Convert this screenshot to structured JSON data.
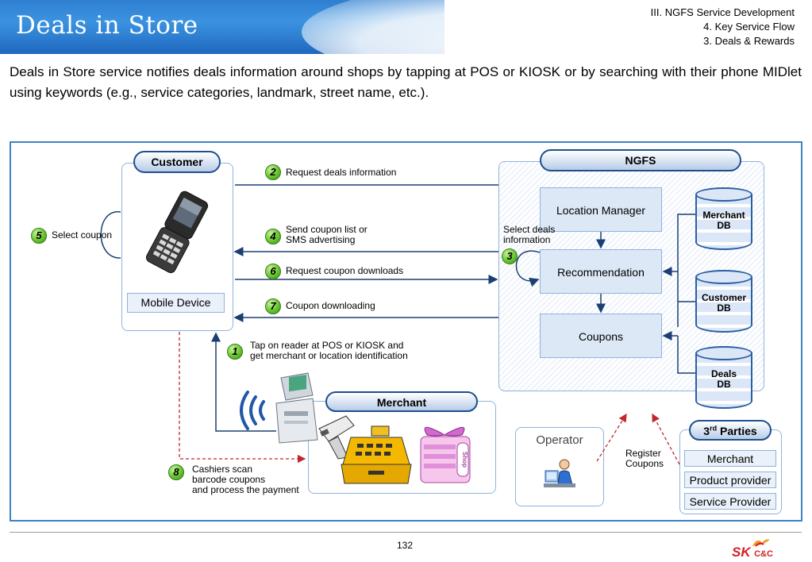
{
  "header": {
    "title": "Deals in Store",
    "crumb_1": "III. NGFS Service Development",
    "crumb_2": "4. Key Service Flow",
    "crumb_3": "3. Deals & Rewards"
  },
  "intro": "Deals in Store service notifies deals information around shops by tapping at POS or KIOSK or by searching with their phone MIDlet using keywords (e.g., service categories, landmark, street name, etc.).",
  "diagram": {
    "customer": {
      "title": "Customer",
      "device": "Mobile Device"
    },
    "ngfs": {
      "title": "NGFS",
      "location_manager": "Location Manager",
      "recommendation": "Recommendation",
      "coupons": "Coupons",
      "databases": [
        {
          "line1": "Merchant",
          "line2": "DB"
        },
        {
          "line1": "Customer",
          "line2": "DB"
        },
        {
          "line1": "Deals",
          "line2": "DB"
        }
      ]
    },
    "merchant": {
      "title": "Merchant"
    },
    "operator": {
      "title": "Operator"
    },
    "third_parties": {
      "title_main": "3",
      "title_sup": "rd",
      "title_rest": " Parties",
      "items": [
        "Merchant",
        "Product provider",
        "Service Provider"
      ]
    },
    "steps": {
      "s1": {
        "num": "1",
        "line1": "Tap on reader at POS or KIOSK and",
        "line2": "get merchant or location identification"
      },
      "s2": {
        "num": "2",
        "text": "Request deals information"
      },
      "s3": {
        "num": "3",
        "line1": "Select deals",
        "line2": "information"
      },
      "s4": {
        "num": "4",
        "line1": "Send coupon list or",
        "line2": "SMS advertising"
      },
      "s5": {
        "num": "5",
        "text": "Select coupon"
      },
      "s6": {
        "num": "6",
        "text": "Request coupon downloads"
      },
      "s7": {
        "num": "7",
        "text": "Coupon downloading"
      },
      "s8": {
        "num": "8",
        "line1": "Cashiers scan",
        "line2": "barcode coupons",
        "line3": "and process the payment"
      }
    },
    "register": {
      "line1": "Register",
      "line2": "Coupons"
    },
    "shop_sign": "Shop"
  },
  "footer": {
    "page": "132",
    "logo_sk": "SK",
    "logo_cc": "C&C"
  },
  "colors": {
    "header_blue": "#2f7fd0",
    "frame_blue": "#3c82c4",
    "arrow_navy": "#1b3f73",
    "dashed_red": "#c0282d",
    "step_green": "#66c52e"
  }
}
